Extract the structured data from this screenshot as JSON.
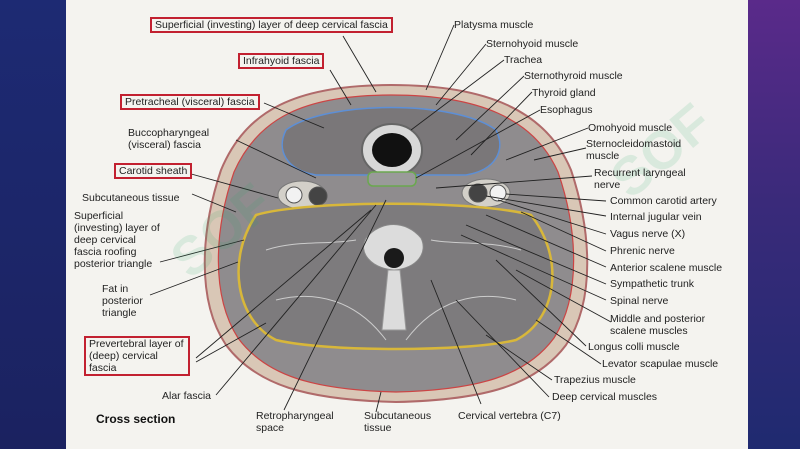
{
  "slide": {
    "section_title": "Cross section",
    "watermark_text": "SOF",
    "boxed_color": "#c22030",
    "labels": {
      "superficial_layer": "Superficial (investing) layer of deep cervical fascia",
      "infrahyoid_fascia": "Infrahyoid fascia",
      "pretracheal_fascia": "Pretracheal (visceral) fascia",
      "buccopharyngeal_fascia": "Buccopharyngeal (visceral) fascia",
      "carotid_sheath": "Carotid sheath",
      "subcutaneous_tissue_left": "Subcutaneous tissue",
      "superficial_roofing": "Superficial (investing) layer of deep cervical fascia roofing posterior triangle",
      "fat_posterior_triangle": "Fat in posterior triangle",
      "prevertebral_layer": "Prevertebral layer of (deep) cervical fascia",
      "alar_fascia": "Alar fascia",
      "retropharyngeal_space": "Retropharyngeal space",
      "subcutaneous_tissue_bottom": "Subcutaneous tissue",
      "cervical_vertebra": "Cervical vertebra (C7)",
      "platysma": "Platysma muscle",
      "sternohyoid": "Sternohyoid muscle",
      "trachea": "Trachea",
      "sternothyroid": "Sternothyroid muscle",
      "thyroid_gland": "Thyroid gland",
      "esophagus": "Esophagus",
      "omohyoid": "Omohyoid muscle",
      "sternocleidomastoid": "Sternocleidomastoid muscle",
      "recurrent_laryngeal": "Recurrent laryngeal nerve",
      "common_carotid": "Common carotid artery",
      "internal_jugular": "Internal jugular vein",
      "vagus": "Vagus nerve (X)",
      "phrenic": "Phrenic nerve",
      "anterior_scalene": "Anterior scalene muscle",
      "sympathetic_trunk": "Sympathetic trunk",
      "spinal_nerve": "Spinal nerve",
      "middle_posterior_scalene": "Middle and posterior scalene muscles",
      "longus_colli": "Longus colli muscle",
      "levator_scapulae": "Levator scapulae muscle",
      "trapezius": "Trapezius muscle",
      "deep_cervical": "Deep cervical muscles"
    }
  }
}
